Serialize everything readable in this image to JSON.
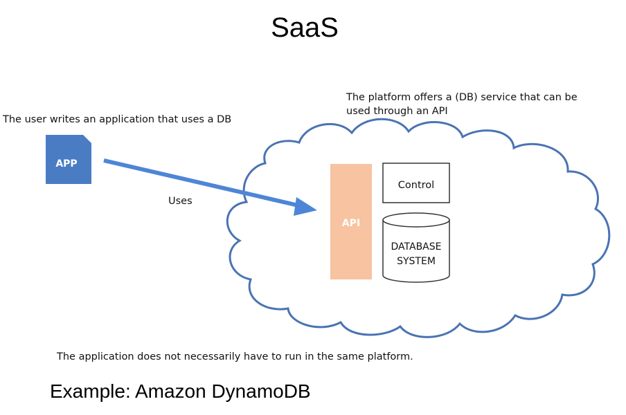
{
  "title": "SaaS",
  "captions": {
    "platform": "The platform offers a (DB) service that can be used through an API",
    "user": "The user writes an application that uses a DB",
    "uses": "Uses",
    "bottom": "The application does not necessarily have to run in the same platform.",
    "example": "Example: Amazon DynamoDB"
  },
  "boxes": {
    "app": "APP",
    "api": "API",
    "control": "Control",
    "database_line1": "DATABASE",
    "database_line2": "SYSTEM"
  },
  "colors": {
    "app_fill": "#4a7cc4",
    "arrow": "#4d86d6",
    "cloud_stroke": "#4a73b3",
    "api_fill": "#f7c3a0",
    "box_stroke": "#333333"
  }
}
